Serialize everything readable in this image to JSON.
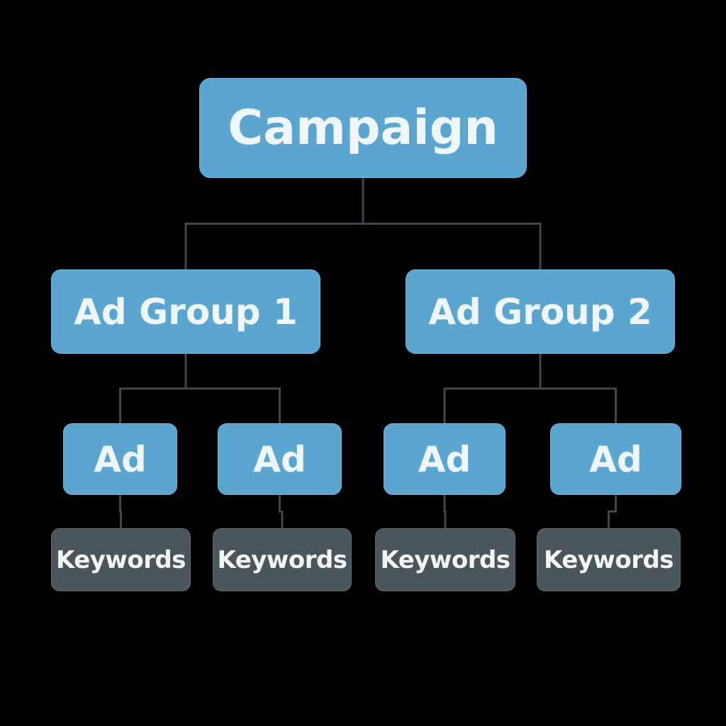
{
  "diagram": {
    "root": {
      "label": "Campaign"
    },
    "ad_groups": [
      {
        "label": "Ad Group 1",
        "ads": [
          {
            "label": "Ad",
            "keywords": "Keywords"
          },
          {
            "label": "Ad",
            "keywords": "Keywords"
          }
        ]
      },
      {
        "label": "Ad Group 2",
        "ads": [
          {
            "label": "Ad",
            "keywords": "Keywords"
          },
          {
            "label": "Ad",
            "keywords": "Keywords"
          }
        ]
      }
    ],
    "edges": [
      [
        "root",
        "group-1"
      ],
      [
        "root",
        "group-2"
      ],
      [
        "group-1",
        "ad-1"
      ],
      [
        "group-1",
        "ad-2"
      ],
      [
        "group-2",
        "ad-3"
      ],
      [
        "group-2",
        "ad-4"
      ],
      [
        "ad-1",
        "kw-1"
      ],
      [
        "ad-2",
        "kw-2"
      ],
      [
        "ad-3",
        "kw-3"
      ],
      [
        "ad-4",
        "kw-4"
      ]
    ],
    "colors": {
      "background": "#000000",
      "node_fill": "#5ba6d1",
      "keyword_fill": "#4a565c",
      "connector": "#3e474c",
      "text": "#eef6fb"
    }
  }
}
